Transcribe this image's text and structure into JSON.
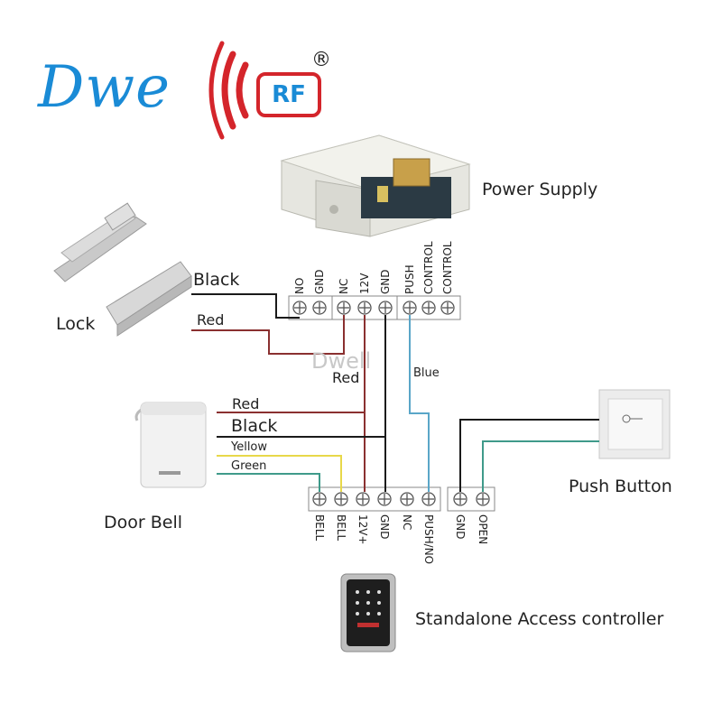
{
  "brand": {
    "logo_text": "Dwe",
    "rf_text": "RF",
    "registered": "®",
    "watermark": "Dwell"
  },
  "devices": {
    "power_supply": "Power Supply",
    "lock": "Lock",
    "door_bell": "Door Bell",
    "push_button": "Push Button",
    "controller": "Standalone Access controller"
  },
  "wire_labels": {
    "lock_black": "Black",
    "lock_red": "Red",
    "psu_red": "Red",
    "psu_blue": "Blue",
    "bell_red": "Red",
    "bell_black": "Black",
    "bell_yellow": "Yellow",
    "bell_green": "Green"
  },
  "psu_terminals": [
    "NO",
    "GND",
    "NC",
    "12V",
    "GND",
    "PUSH",
    "CONTROL",
    "CONTROL"
  ],
  "ctrl_terminals": [
    "BELL",
    "BELL",
    "12V+",
    "GND",
    "NC",
    "PUSH/NO",
    "GND",
    "OPEN"
  ],
  "colors": {
    "black_wire": "#1a1a1a",
    "red_wire": "#8a3030",
    "blue_wire": "#5aa6c8",
    "yellow_wire": "#e8d84a",
    "green_wire": "#3f9a8a",
    "brand_blue": "#1a8bd6",
    "brand_red": "#d4252b"
  }
}
